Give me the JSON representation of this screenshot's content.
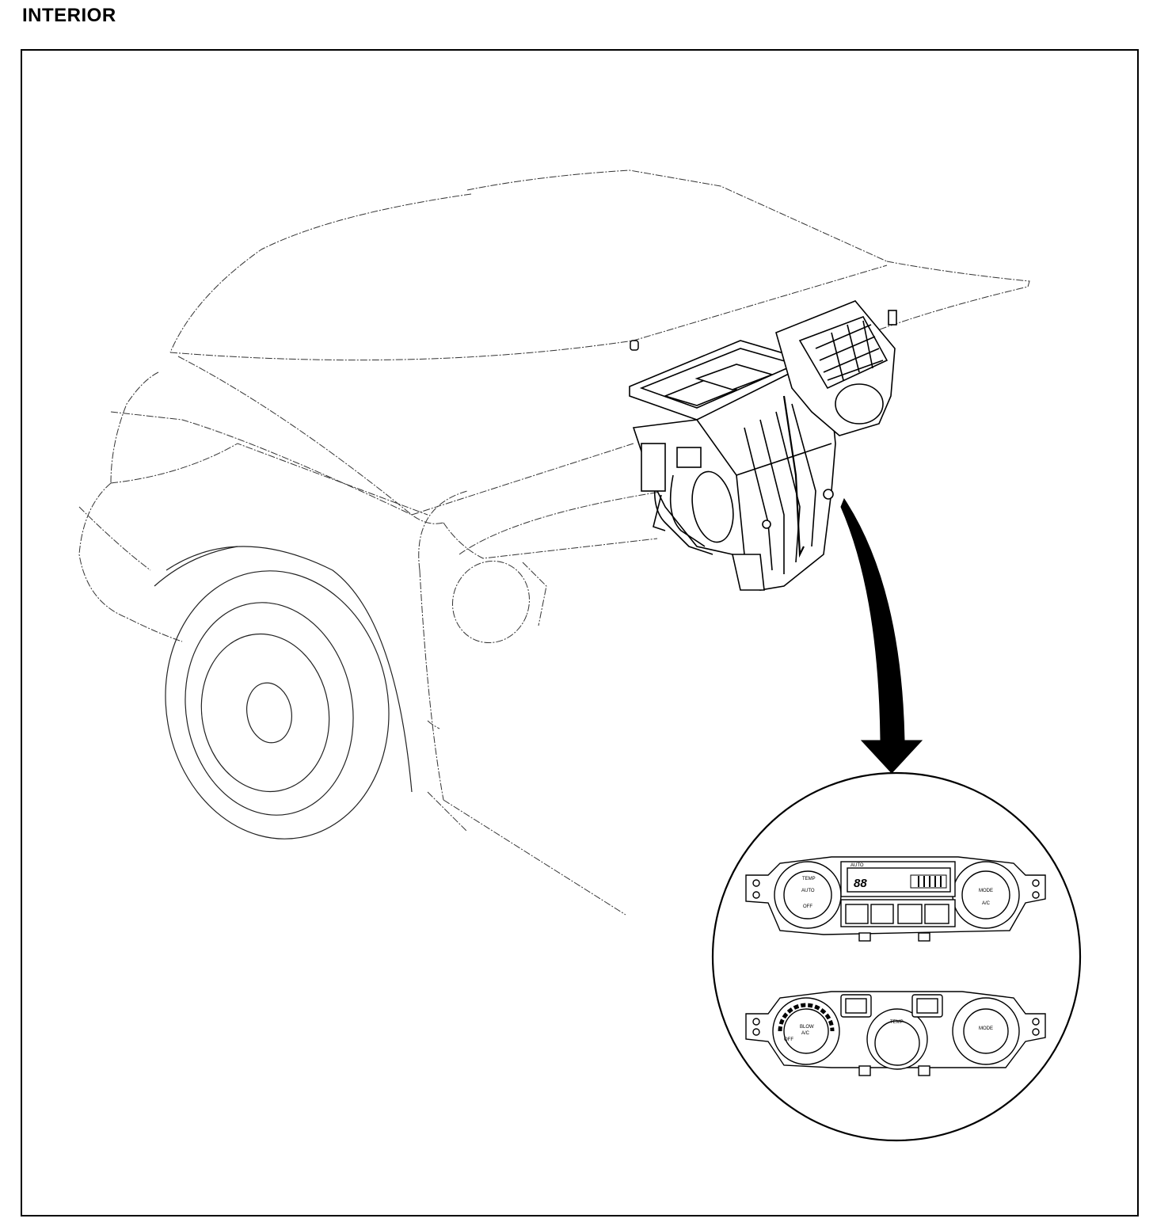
{
  "page": {
    "title": "INTERIOR"
  },
  "panel_upper": {
    "left_knob_top": "TEMP",
    "left_knob_mid": "AUTO",
    "left_knob_bottom": "OFF",
    "lcd_left": "AUTO",
    "lcd_reading": "88",
    "right_knob_mid": "MODE",
    "right_knob_bottom": "A/C"
  },
  "panel_lower": {
    "left_knob_line1": "BLOW",
    "left_knob_line2": "A/C",
    "left_knob_off": "OFF",
    "center_knob": "TEMP",
    "right_knob_mid": "MODE"
  },
  "colors": {
    "ink": "#000000",
    "paper": "#ffffff",
    "faint": "#555555"
  }
}
